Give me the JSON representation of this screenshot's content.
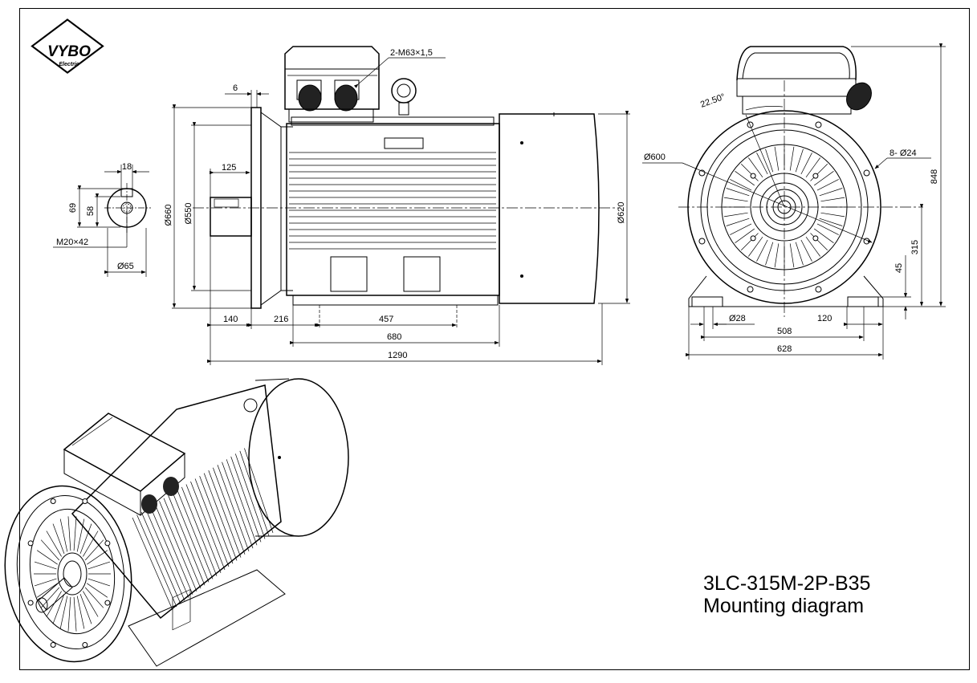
{
  "logo": {
    "brand": "VYBO",
    "sub": "Electric"
  },
  "title": {
    "line1": "3LC-315M-2P-B35",
    "line2": "Mounting diagram"
  },
  "shaft_view": {
    "key_width": "18",
    "dim_69": "69",
    "dim_58": "58",
    "thread": "M20×42",
    "diameter": "Ø65"
  },
  "side_view": {
    "cable_glands": "2-M63×1,5",
    "flange_thickness": "6",
    "shaft_length": "125",
    "flange_dia": "Ø660",
    "spigot_dia": "Ø550",
    "frame_dia": "Ø620",
    "dim_140": "140",
    "dim_216": "216",
    "dim_457": "457",
    "dim_680": "680",
    "dim_1290": "1290"
  },
  "end_view": {
    "angle": "22.50°",
    "pcd": "Ø600",
    "holes": "8- Ø24",
    "height_total": "848",
    "shaft_height": "315",
    "foot_thickness": "45",
    "foot_hole": "Ø28",
    "dim_120": "120",
    "dim_508": "508",
    "dim_628": "628"
  }
}
